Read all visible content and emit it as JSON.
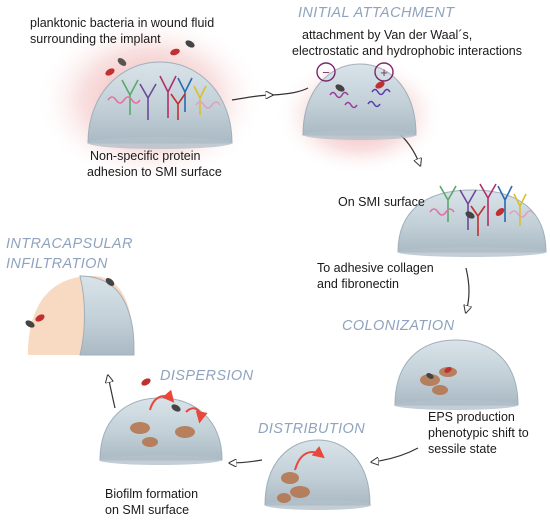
{
  "stages": {
    "initial_attachment": "INITIAL ATTACHMENT",
    "colonization": "COLONIZATION",
    "distribution": "DISTRIBUTION",
    "dispersion": "DISPERSION",
    "intracapsular_line1": "INTRACAPSULAR",
    "intracapsular_line2": "INFILTRATION"
  },
  "captions": {
    "planktonic_line1": "planktonic bacteria in wound fluid",
    "planktonic_line2": "surrounding the implant",
    "protein_line1": "Non-specific protein",
    "protein_line2": "adhesion to SMI surface",
    "attach_line1": "attachment by Van der Waal´s,",
    "attach_line2": "electrostatic and hydrophobic interactions",
    "smi_surface": "On SMI surface",
    "collagen_line1": "To adhesive collagen",
    "collagen_line2": "and fibronectin",
    "eps_line1": "EPS production",
    "eps_line2": "phenotypic shift to",
    "eps_line3": "sessile state",
    "biofilm_line1": "Biofilm formation",
    "biofilm_line2": "on SMI surface"
  },
  "symbols": {
    "minus": "−",
    "plus": "+"
  },
  "colors": {
    "dome_fill": "#c5d2da",
    "dome_edge": "#9fb0ba",
    "title_blue": "#8fa3bf",
    "inflammation_red": "#e07070",
    "dispersion_arrow": "#e8483c",
    "capsule_peach": "#f8d9c2",
    "charge_circle": "#7a2a6a"
  }
}
